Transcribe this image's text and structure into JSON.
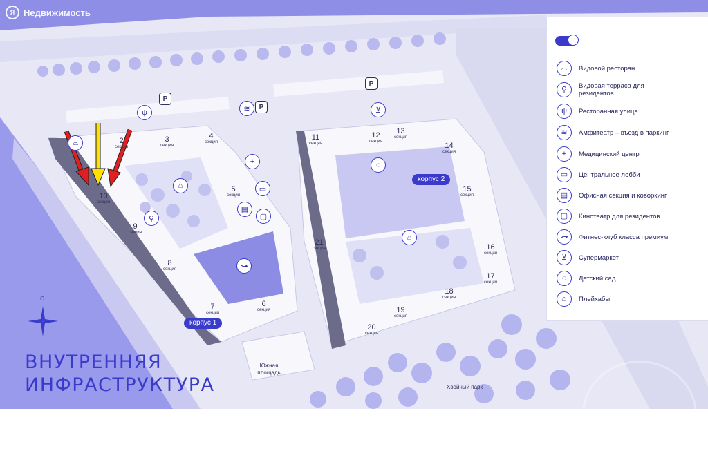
{
  "watermark": {
    "text": "Недвижимость"
  },
  "title": {
    "line1": "ВНУТРЕННЯЯ",
    "line2": "ИНФРАСТРУКТУРА"
  },
  "compass_label": "С",
  "buildings": [
    {
      "label": "корпус 1"
    },
    {
      "label": "корпус 2"
    }
  ],
  "sections": [
    {
      "num": "2",
      "word": "секция"
    },
    {
      "num": "3",
      "word": "секция"
    },
    {
      "num": "4",
      "word": "секция"
    },
    {
      "num": "5",
      "word": "секция"
    },
    {
      "num": "6",
      "word": "секция"
    },
    {
      "num": "7",
      "word": "секция"
    },
    {
      "num": "8",
      "word": "секция"
    },
    {
      "num": "9",
      "word": "секция"
    },
    {
      "num": "10",
      "word": "секция"
    },
    {
      "num": "11",
      "word": "секция"
    },
    {
      "num": "12",
      "word": "секция"
    },
    {
      "num": "13",
      "word": "секция"
    },
    {
      "num": "14",
      "word": "секция"
    },
    {
      "num": "15",
      "word": "секция"
    },
    {
      "num": "16",
      "word": "секция"
    },
    {
      "num": "17",
      "word": "секция"
    },
    {
      "num": "18",
      "word": "секция"
    },
    {
      "num": "19",
      "word": "секция"
    },
    {
      "num": "20",
      "word": "секция"
    },
    {
      "num": "21",
      "word": "секция"
    }
  ],
  "places": {
    "square": "Южная площадь",
    "park": "Хвойный парк",
    "parking": "P"
  },
  "legend": {
    "items": [
      {
        "icon": "restaurant-cloche-icon",
        "glyph": "⌓",
        "label": "Видовой ресторан"
      },
      {
        "icon": "terrace-icon",
        "glyph": "⚲",
        "label": "Видовая терраса для резидентов"
      },
      {
        "icon": "fork-knife-icon",
        "glyph": "ψ",
        "label": "Ресторанная улица"
      },
      {
        "icon": "amphitheater-icon",
        "glyph": "≋",
        "label": "Амфитеатр – въезд в паркинг"
      },
      {
        "icon": "medical-cross-icon",
        "glyph": "+",
        "label": "Медицинский центр"
      },
      {
        "icon": "sofa-icon",
        "glyph": "▭",
        "label": "Центральное лобби"
      },
      {
        "icon": "office-icon",
        "glyph": "▤",
        "label": "Офисная секция и коворкинг"
      },
      {
        "icon": "cinema-screen-icon",
        "glyph": "▢",
        "label": "Кинотеатр для резидентов"
      },
      {
        "icon": "dumbbell-icon",
        "glyph": "⊶",
        "label": "Фитнес-клуб класса премиум"
      },
      {
        "icon": "shopping-basket-icon",
        "glyph": "⊻",
        "label": "Супермаркет"
      },
      {
        "icon": "kindergarten-icon",
        "glyph": "◌",
        "label": "Детский сад"
      },
      {
        "icon": "playground-slide-icon",
        "glyph": "⌂",
        "label": "Плейхабы"
      }
    ]
  },
  "colors": {
    "accent": "#3a3acb",
    "map_bg": "#e7e7f6",
    "block": "#f7f7fc",
    "water": "#8e8ee6",
    "tree": "#b5b5ee",
    "arrow_red": "#e02020",
    "arrow_yellow": "#ffe000"
  }
}
